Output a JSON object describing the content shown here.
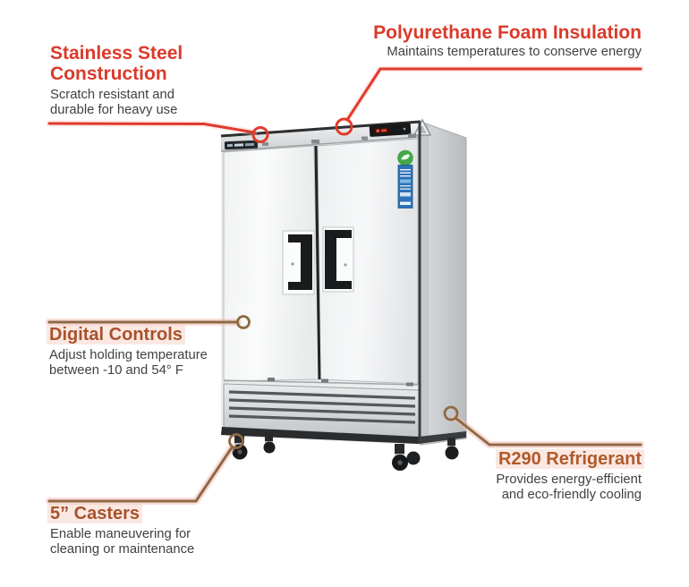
{
  "canvas": {
    "background": "#ffffff"
  },
  "colors": {
    "accent_red": "#da3a2b",
    "accent_brick": "#a8522b",
    "accent_refrigerant": "#b05a2a",
    "callout_line_red": "#e03b2c",
    "callout_line_brown": "#8d6a44",
    "body_text": "#3f4144",
    "heading_highlight": "#f6cbc2",
    "steel_light": "#f4f5f6",
    "steel_mid": "#cfd2d4",
    "steel_dark": "#2b2c2e",
    "eco_green": "#44a648",
    "sticker_blue": "#2d72b8",
    "display_red": "#e04a38"
  },
  "illustration": {
    "subject": "two-door-reach-in-refrigerator",
    "parts": [
      "top-rail",
      "brand-logo",
      "temperature-display",
      "brand-triangle-logo",
      "left-door",
      "right-door",
      "door-handle",
      "eco-leaf-badge",
      "energy-sticker",
      "louvered-grill",
      "base-trim",
      "caster-wheel"
    ]
  },
  "callouts": [
    {
      "id": "stainless-steel",
      "title_lines": [
        "Stainless Steel",
        "Construction"
      ],
      "description_lines": [
        "Scratch resistant and",
        "durable for heavy use"
      ],
      "accent": "#da3a2b"
    },
    {
      "id": "insulation",
      "title_lines": [
        "Polyurethane Foam Insulation"
      ],
      "description_lines": [
        "Maintains temperatures to conserve energy"
      ],
      "accent": "#da3a2b"
    },
    {
      "id": "digital-controls",
      "title_lines": [
        "Digital Controls"
      ],
      "description_lines": [
        "Adjust holding temperature",
        "between -10 and 54° F"
      ],
      "accent": "#a8522b"
    },
    {
      "id": "casters",
      "title_lines": [
        "5” Casters"
      ],
      "description_lines": [
        "Enable maneuvering for",
        "cleaning or maintenance"
      ],
      "accent": "#a8522b"
    },
    {
      "id": "refrigerant",
      "title_lines": [
        "R290 Refrigerant"
      ],
      "description_lines": [
        "Provides energy-efficient",
        "and eco-friendly cooling"
      ],
      "accent": "#b05a2a"
    }
  ]
}
